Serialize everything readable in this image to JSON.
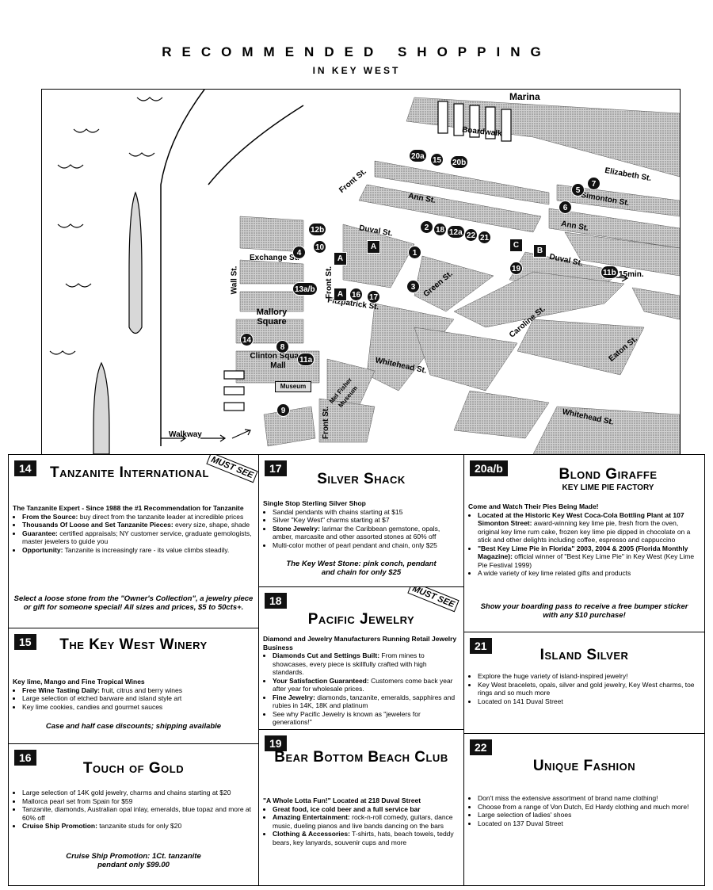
{
  "header": {
    "title": "RECOMMENDED SHOPPING",
    "subtitle": "IN KEY WEST"
  },
  "map": {
    "streets": {
      "marina": "Marina",
      "boardwalk": "Boardwalk",
      "elizabeth": "Elizabeth St.",
      "simonton": "Simonton St.",
      "ann_right": "Ann St.",
      "ann": "Ann St.",
      "front_top": "Front St.",
      "duval": "Duval St.",
      "duval_right": "Duval St.",
      "exchange": "Exchange St.",
      "wall": "Wall St.",
      "front_mid": "Front St.",
      "fitzpatrick": "Fitzpatrick St.",
      "green": "Green St.",
      "caroline": "Caroline St.",
      "eaton": "Eaton St.",
      "whitehead": "Whitehead St.",
      "whitehead_right": "Whitehead St.",
      "front_bottom": "Front St.",
      "walkway": "Walkway"
    },
    "places": {
      "mallory": "Mallory Square",
      "clinton": "Clinton Square Mall",
      "museum": "Museum",
      "mel_fisher": "Mel Fisher Museum"
    },
    "markers": {
      "m20a": "20a",
      "m15": "15",
      "m20b": "20b",
      "m7": "7",
      "m5": "5",
      "m6": "6",
      "m2": "2",
      "m18": "18",
      "m12a": "12a",
      "m22": "22",
      "m21": "21",
      "m12b": "12b",
      "m10": "10",
      "m4": "4",
      "m1": "1",
      "m13": "13a/b",
      "m16": "16",
      "m17": "17",
      "m3": "3",
      "m19": "19",
      "m11b": "11b",
      "m14": "14",
      "m8": "8",
      "m11a": "11a",
      "m9": "9",
      "walk": "15min."
    },
    "letters": {
      "a1": "A",
      "a2": "A",
      "a3": "A",
      "b": "B",
      "c": "C"
    }
  },
  "stores": {
    "s14": {
      "num": "14",
      "name": "Tanzanite International",
      "stamp": "MUST SEE",
      "lead": "The Tanzanite Expert - Since 1988 the #1 Recommendation for Tanzanite",
      "b1k": "From the Source:",
      "b1": " buy direct from the tanzanite leader at incredible prices",
      "b2k": "Thousands Of Loose and Set Tanzanite Pieces:",
      "b2": " every size, shape, shade",
      "b3k": "Guarantee:",
      "b3": " certified appraisals; NY customer service, graduate gemologists, master jewelers to guide you",
      "b4k": "Opportunity:",
      "b4": " Tanzanite is increasingly rare - its value climbs steadily.",
      "promo": "Select a loose stone from the \"Owner's Collection\", a jewelry piece or gift for someone special! All sizes and prices, $5 to 50cts+."
    },
    "s15": {
      "num": "15",
      "name": "The Key West Winery",
      "lead": "Key lime, Mango and Fine Tropical Wines",
      "b1k": "Free Wine Tasting Daily:",
      "b1": " fruit, citrus and berry wines",
      "b2": "Large selection of etched barware and island style art",
      "b3": "Key lime cookies, candies and gourmet sauces",
      "promo": "Case and half case discounts; shipping available"
    },
    "s16": {
      "num": "16",
      "name": "Touch of Gold",
      "b1": "Large selection of 14K gold jewelry, charms and chains starting at $20",
      "b2": "Mallorca pearl set from Spain for $59",
      "b3": "Tanzanite, diamonds, Australian opal inlay, emeralds, blue topaz and more at 60% off",
      "b4k": "Cruise Ship Promotion:",
      "b4": " tanzanite studs for only $20",
      "promo": "Cruise Ship Promotion: 1Ct. tanzanite pendant only $99.00"
    },
    "s17": {
      "num": "17",
      "name": "Silver Shack",
      "lead": "Single Stop Sterling Silver Shop",
      "b1": "Sandal pendants with chains starting at $15",
      "b2": "Silver \"Key West\" charms starting at $7",
      "b3k": "Stone Jewelry:",
      "b3": " larimar the Caribbean gemstone, opals, amber, marcasite and other assorted stones at 60% off",
      "b4": "Multi-color mother of pearl pendant and chain, only $25",
      "promo": "The Key West Stone: pink conch, pendant and chain for only $25"
    },
    "s18": {
      "num": "18",
      "name": "Pacific Jewelry",
      "stamp": "MUST SEE",
      "lead": "Diamond and Jewelry Manufacturers Running Retail Jewelry Business",
      "b1k": "Diamonds Cut and Settings Built:",
      "b1": " From mines to showcases, every piece is skillfully crafted with high standards.",
      "b2k": "Your Satisfaction Guaranteed:",
      "b2": " Customers come back year after year for wholesale prices.",
      "b3k": "Fine Jewelry:",
      "b3": " diamonds, tanzanite, emeralds, sapphires and rubies in 14K, 18K and platinum",
      "b4": "See why Pacific Jewelry is known as \"jewelers for generations!\""
    },
    "s19": {
      "num": "19",
      "name": "Bear Bottom Beach Club",
      "lead": "\"A Whole Lotta Fun!\" Located at 218 Duval Street",
      "b1k": "Great food, ice cold beer and a full service bar",
      "b1": "",
      "b2k": "Amazing Entertainment:",
      "b2": " rock-n-roll comedy, guitars, dance music, dueling pianos and live bands dancing on the bars",
      "b3k": "Clothing & Accessories:",
      "b3": " T-shirts, hats, beach towels, teddy bears, key lanyards, souvenir cups and more"
    },
    "s20": {
      "num": "20a/b",
      "name": "Blond Giraffe",
      "sub": "KEY LIME PIE FACTORY",
      "lead": "Come and Watch Their Pies Being Made!",
      "b1k": "Located at the Historic Key West Coca-Cola Bottling Plant at 107 Simonton Street:",
      "b1": " award-winning key lime pie, fresh from the oven, original key lime rum cake, frozen key lime pie dipped in chocolate on a stick and other delights including coffee, espresso and cappuccino",
      "b2k": "\"Best Key Lime Pie in Florida\" 2003, 2004 & 2005 (Florida Monthly Magazine):",
      "b2": " official winner of \"Best Key Lime Pie\" in Key West (Key Lime Pie Festival 1999)",
      "b3": "A wide variety of key lime related gifts and products",
      "promo": "Show your boarding pass to receive a free bumper sticker with any $10 purchase!"
    },
    "s21": {
      "num": "21",
      "name": "Island Silver",
      "b1": "Explore the huge variety of island-inspired jewelry!",
      "b2": "Key West bracelets, opals, silver and gold jewelry, Key West charms, toe rings and so much more",
      "b3": "Located on 141 Duval Street"
    },
    "s22": {
      "num": "22",
      "name": "Unique Fashion",
      "b1": "Don't miss the extensive assortment of brand name clothing!",
      "b2": "Choose from a range of Von Dutch, Ed Hardy clothing and much more!",
      "b3": "Large selection of ladies' shoes",
      "b4": "Located on 137 Duval Street"
    }
  }
}
